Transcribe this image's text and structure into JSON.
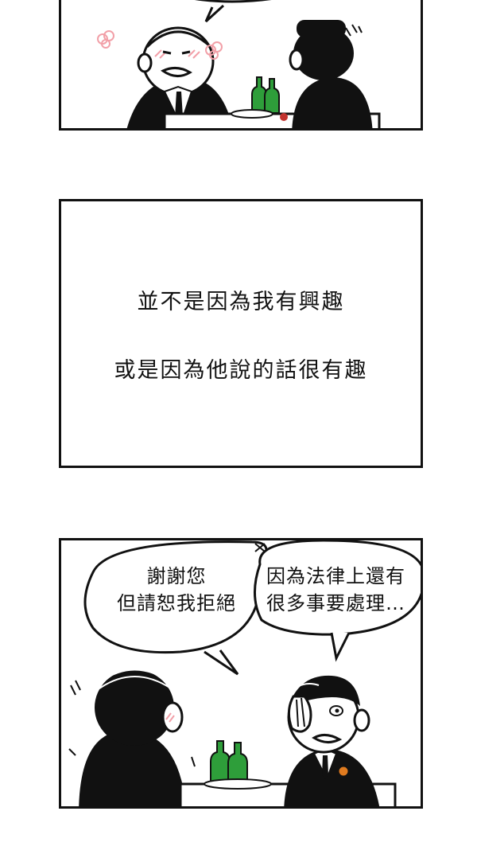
{
  "panel2": {
    "line1": "並不是因為我有興趣",
    "line2": "或是因為他說的話很有趣"
  },
  "panel3": {
    "left_bubble": [
      "謝謝您",
      "但請恕我拒絕"
    ],
    "right_bubble": [
      "因為法律上還有",
      "很多事要處理…"
    ]
  },
  "colors": {
    "ink": "#111111",
    "bottle_green": "#2e9e3a",
    "blush": "#f2a0a8",
    "paper": "#ffffff"
  }
}
